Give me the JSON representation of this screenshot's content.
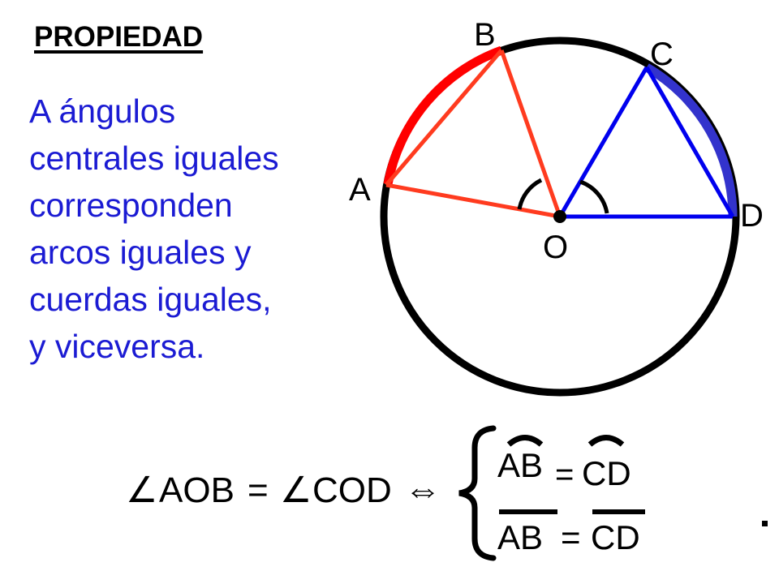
{
  "title": "PROPIEDAD",
  "property_lines": [
    "A  ángulos",
    "centrales iguales",
    "corresponden",
    "arcos iguales y",
    "cuerdas iguales,",
    "y viceversa."
  ],
  "diagram": {
    "labels": {
      "A": "A",
      "B": "B",
      "C": "C",
      "D": "D",
      "O": "O"
    },
    "colors": {
      "circle": "#000000",
      "sector_AOB": "#ff3b1f",
      "arc_AB": "#ff0000",
      "sector_COD": "#0000ee",
      "arc_CD": "#3333cc"
    }
  },
  "formula": {
    "angle_symbol": "∠",
    "left_angle": "AOB",
    "eq": "=",
    "right_angle": "COD",
    "iff": "⇔",
    "arc_left": "AB",
    "arc_eq": "=",
    "arc_right": "CD",
    "chord_left": "AB",
    "chord_eq": "=",
    "chord_right": "CD"
  }
}
